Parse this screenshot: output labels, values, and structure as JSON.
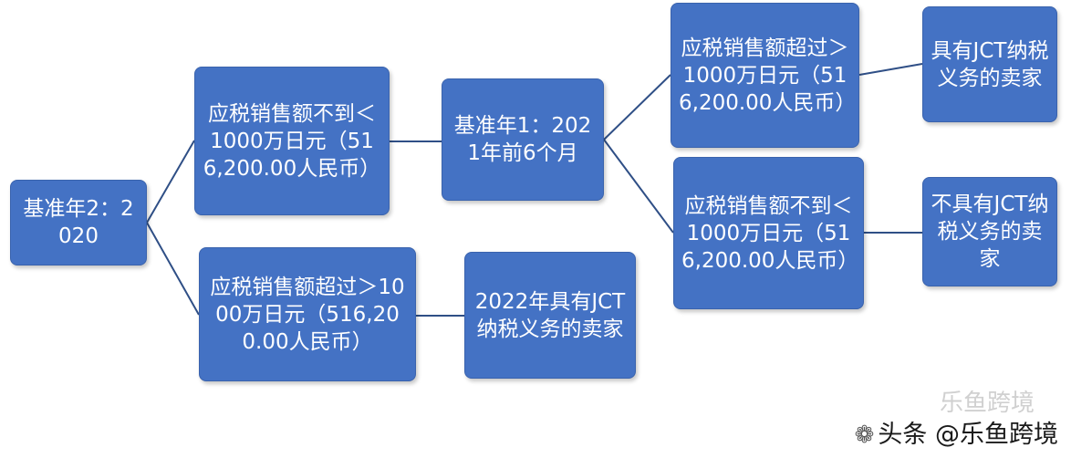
{
  "colors": {
    "box_fill": "#4472c4",
    "box_text": "#ffffff",
    "connector": "#2f4f86"
  },
  "nodes": {
    "base2": "基准年2：2020",
    "left_under": "应税销售额不到＜1000万日元（516,200.00人民币）",
    "left_over": "应税销售额超过＞1000万日元（516,200.00人民币）",
    "base1": "基准年1：2021年前6个月",
    "seller_2022": "2022年具有JCT纳税义务的卖家",
    "right_over": "应税销售额超过＞1000万日元（516,200.00人民币）",
    "right_under": "应税销售额不到＜1000万日元（516,200.00人民币）",
    "jct_yes": "具有JCT纳税义务的卖家",
    "jct_no": "不具有JCT纳税义务的卖家"
  },
  "watermark": {
    "icon": "wechat-icon",
    "faint_text": "乐鱼跨境",
    "text": "头条 @乐鱼跨境"
  }
}
